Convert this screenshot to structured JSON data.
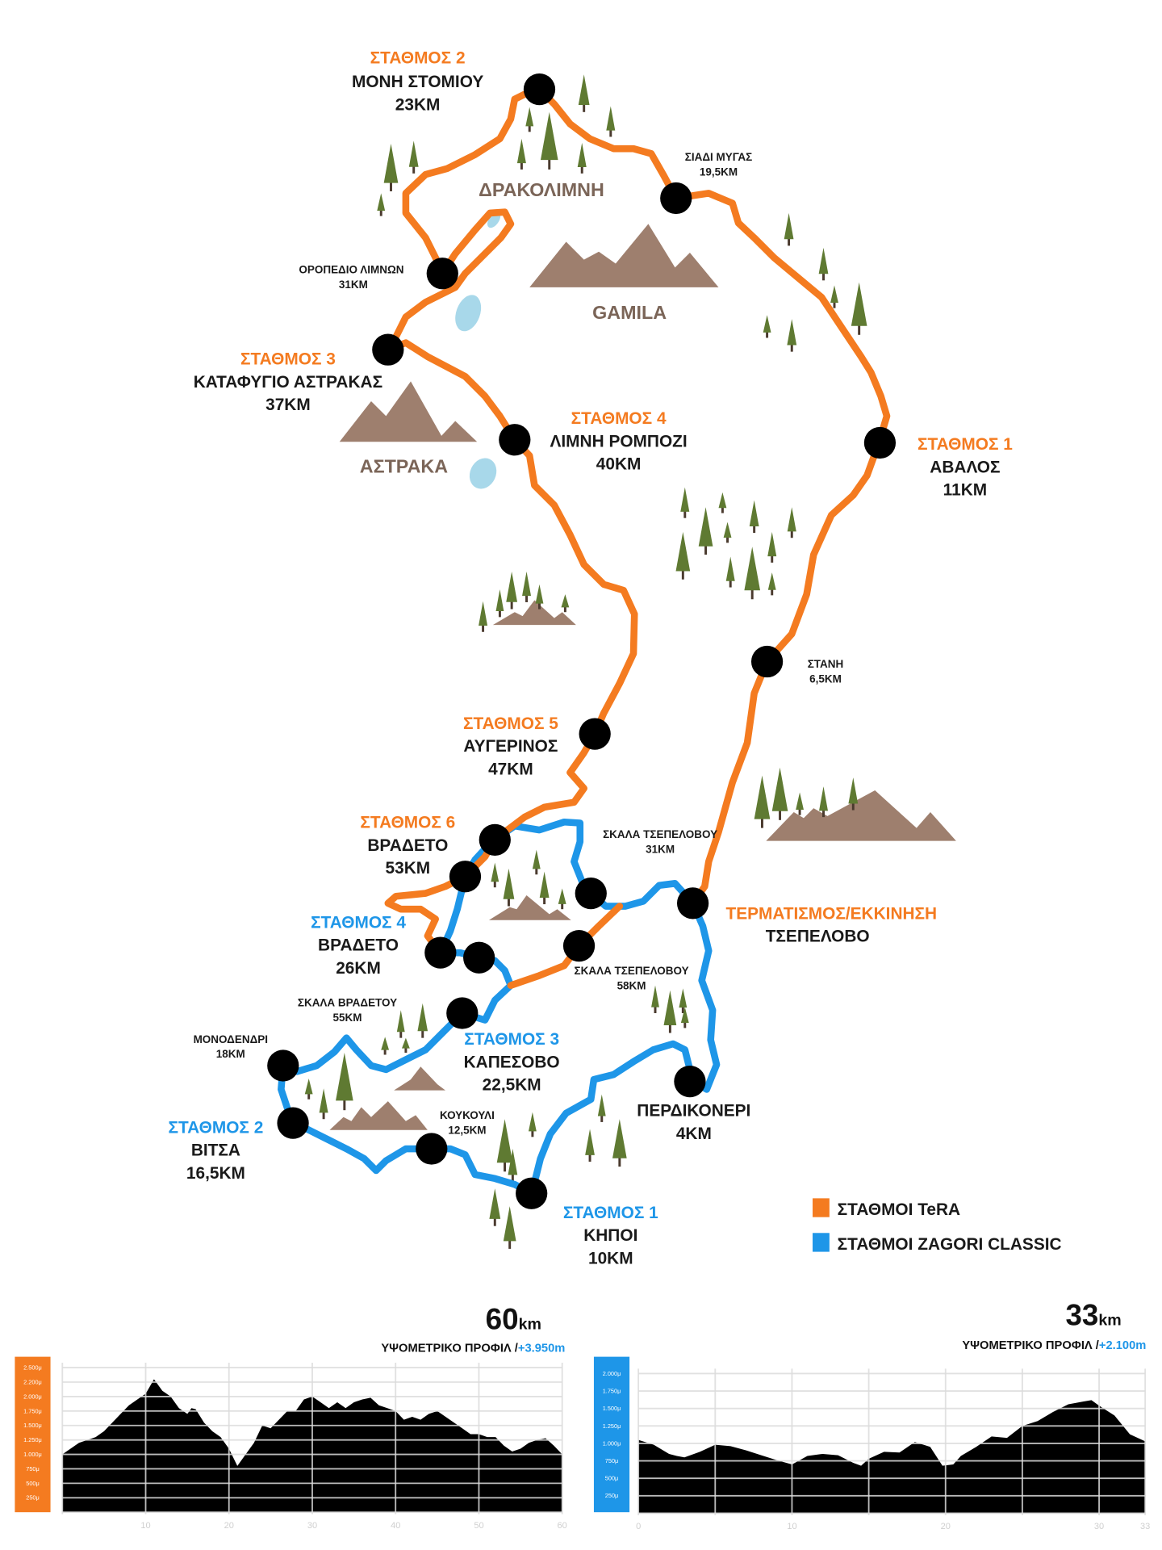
{
  "colors": {
    "tera": "#f47b20",
    "classic": "#1e96e8",
    "mountain": "#9e7f6e",
    "lake": "#a8d8ea",
    "tree": "#5f7a32"
  },
  "places": {
    "drakolimni": "ΔΡΑΚΟΛΙΜΝΗ",
    "gamila": "GAMILA",
    "astraka": "ΑΣΤΡΑΚΑ"
  },
  "start": {
    "label": "ΤΕΡΜΑΤΙΣΜΟΣ/ΕΚΚΙΝΗΣΗ",
    "name": "ΤΣΕΠΕΛΟΒΟ"
  },
  "tera_stations": [
    {
      "station": "ΣΤΑΘΜΟΣ 1",
      "name": "ΑΒΑΛΟΣ",
      "km": "11KM"
    },
    {
      "station": "ΣΤΑΘΜΟΣ 2",
      "name": "ΜΟΝΗ ΣΤΟΜΙΟΥ",
      "km": "23KM"
    },
    {
      "station": "ΣΤΑΘΜΟΣ 3",
      "name": "ΚΑΤΑΦΥΓΙΟ ΑΣΤΡΑΚΑΣ",
      "km": "37KM"
    },
    {
      "station": "ΣΤΑΘΜΟΣ 4",
      "name": "ΛΙΜΝΗ ΡΟΜΠΟΖΙ",
      "km": "40KM"
    },
    {
      "station": "ΣΤΑΘΜΟΣ 5",
      "name": "ΑΥΓΕΡΙΝΟΣ",
      "km": "47KM"
    },
    {
      "station": "ΣΤΑΘΜΟΣ 6",
      "name": "ΒΡΑΔΕΤΟ",
      "km": "53KM"
    }
  ],
  "classic_stations": [
    {
      "station": "ΣΤΑΘΜΟΣ 1",
      "name": "ΚΗΠΟΙ",
      "km": "10KM"
    },
    {
      "station": "ΣΤΑΘΜΟΣ 2",
      "name": "ΒΙΤΣΑ",
      "km": "16,5KM"
    },
    {
      "station": "ΣΤΑΘΜΟΣ 3",
      "name": "ΚΑΠΕΣΟΒΟ",
      "km": "22,5KM"
    },
    {
      "station": "ΣΤΑΘΜΟΣ 4",
      "name": "ΒΡΑΔΕΤΟ",
      "km": "26KM"
    }
  ],
  "waypoints": {
    "siadi": {
      "name": "ΣΙΑΔΙ ΜΥΓΑΣ",
      "km": "19,5KM"
    },
    "oropedio": {
      "name": "ΟΡΟΠΕΔΙΟ ΛΙΜΝΩΝ",
      "km": "31KM"
    },
    "stani": {
      "name": "ΣΤΑΝΗ",
      "km": "6,5KM"
    },
    "skala_tsep_31": {
      "name": "ΣΚΑΛΑ ΤΣΕΠΕΛΟΒΟΥ",
      "km": "31KM"
    },
    "skala_tsep_58": {
      "name": "ΣΚΑΛΑ ΤΣΕΠΕΛΟΒΟΥ",
      "km": "58KM"
    },
    "skala_vradetou": {
      "name": "ΣΚΑΛΑ ΒΡΑΔΕΤΟΥ",
      "km": "55KM"
    },
    "monodendri": {
      "name": "ΜΟΝΟΔΕΝΔΡΙ",
      "km": "18KM"
    },
    "koukouli": {
      "name": "ΚΟΥΚΟΥΛΙ",
      "km": "12,5KM"
    },
    "perdikoneri": {
      "name": "ΠΕΡΔΙΚΟΝΕΡΙ",
      "km": "4KM"
    }
  },
  "legend": {
    "tera": "ΣΤΑΘΜΟΙ TeRA",
    "classic": "ΣΤΑΘΜΟΙ ZAGORI CLASSIC"
  },
  "chart_data": [
    {
      "type": "area",
      "distance": "60",
      "unit": "km",
      "title": "ΥΨΟΜΕΤΡΙΚΟ ΠΡΟΦΙΛ /",
      "gain": "+3.950m",
      "accent": "#f47b20",
      "xlim": [
        0,
        60
      ],
      "ylim": [
        0,
        2500
      ],
      "xticks": [
        10,
        20,
        30,
        40,
        50,
        60
      ],
      "xgrid": [
        0,
        10,
        20,
        30,
        40,
        50,
        60
      ],
      "ytick_labels": [
        "2.500μ",
        "2.200μ",
        "2.000μ",
        "1.750μ",
        "1.500μ",
        "1.250μ",
        "1.000μ",
        "750μ",
        "500μ",
        "250μ"
      ],
      "x": [
        0,
        2,
        4,
        5,
        6,
        7,
        8,
        9,
        10,
        11,
        12,
        13,
        14,
        15,
        15.5,
        16,
        17,
        18,
        19,
        20,
        21,
        22,
        23,
        24,
        25,
        26,
        27,
        28,
        29,
        30,
        31,
        32,
        33,
        34,
        35,
        36,
        37,
        38,
        39,
        40,
        41,
        42,
        43,
        44,
        45,
        46,
        47,
        48,
        49,
        50,
        51,
        52,
        53,
        54,
        55,
        56,
        57,
        58,
        59,
        60
      ],
      "y": [
        1000,
        1200,
        1300,
        1400,
        1550,
        1700,
        1850,
        1950,
        2050,
        2300,
        2100,
        2000,
        1800,
        1700,
        1800,
        1780,
        1550,
        1400,
        1300,
        1100,
        800,
        1000,
        1200,
        1500,
        1450,
        1600,
        1750,
        1750,
        1950,
        2000,
        1900,
        1800,
        1900,
        1800,
        1900,
        1950,
        1980,
        1850,
        1800,
        1750,
        1600,
        1650,
        1600,
        1700,
        1750,
        1650,
        1550,
        1450,
        1350,
        1350,
        1300,
        1300,
        1150,
        1050,
        1100,
        1200,
        1250,
        1280,
        1150,
        1000
      ]
    },
    {
      "type": "area",
      "distance": "33",
      "unit": "km",
      "title": "ΥΨΟΜΕΤΡΙΚΟ ΠΡΟΦΙΛ /",
      "gain": "+2.100m",
      "accent": "#1e96e8",
      "xlim": [
        0,
        33
      ],
      "ylim": [
        0,
        2000
      ],
      "xticks": [
        0,
        10,
        20,
        30,
        33
      ],
      "xgrid": [
        0,
        5,
        10,
        15,
        20,
        25,
        30,
        33
      ],
      "ytick_labels": [
        "2.000μ",
        "1.750μ",
        "1.500μ",
        "1.250μ",
        "1.000μ",
        "750μ",
        "500μ",
        "250μ"
      ],
      "x": [
        0,
        1,
        2,
        2.5,
        3,
        4,
        5,
        6,
        7,
        8,
        9,
        10,
        11,
        12,
        13,
        14,
        14.5,
        15,
        16,
        17,
        18,
        19,
        19.8,
        20.5,
        21,
        22,
        23,
        24,
        25,
        26,
        27,
        28,
        29,
        29.5,
        30,
        31,
        32,
        33
      ],
      "y": [
        1050,
        980,
        850,
        820,
        800,
        880,
        980,
        960,
        900,
        830,
        760,
        700,
        820,
        850,
        830,
        720,
        680,
        780,
        880,
        870,
        1020,
        950,
        680,
        700,
        820,
        950,
        1100,
        1080,
        1250,
        1320,
        1450,
        1560,
        1600,
        1620,
        1540,
        1400,
        1130,
        1030
      ]
    }
  ]
}
